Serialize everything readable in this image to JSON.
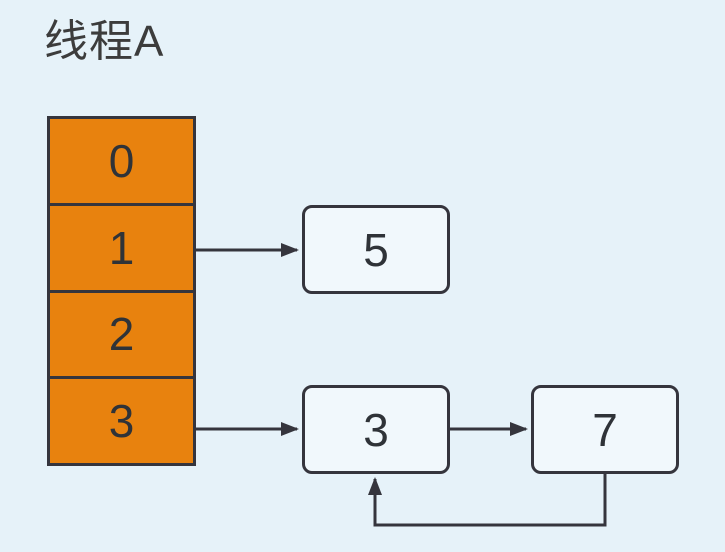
{
  "title": "线程A",
  "colors": {
    "background": "#e6f2f9",
    "node-fill": "#f1f8fc",
    "slot-fill": "#e8820e",
    "stroke": "#35353d",
    "text": "#2f3338",
    "title-color": "#3c3c3c"
  },
  "array": {
    "cells": [
      {
        "label": "0"
      },
      {
        "label": "1"
      },
      {
        "label": "2"
      },
      {
        "label": "3"
      }
    ]
  },
  "nodes": [
    {
      "id": "node-5",
      "label": "5"
    },
    {
      "id": "node-3",
      "label": "3"
    },
    {
      "id": "node-7",
      "label": "7"
    }
  ],
  "edges": [
    {
      "from": "slot-1",
      "to": "node-5",
      "style": "straight-right"
    },
    {
      "from": "slot-3",
      "to": "node-3",
      "style": "straight-right"
    },
    {
      "from": "node-3",
      "to": "node-7",
      "style": "straight-right"
    },
    {
      "from": "node-7",
      "to": "node-3",
      "style": "loop-below"
    }
  ]
}
